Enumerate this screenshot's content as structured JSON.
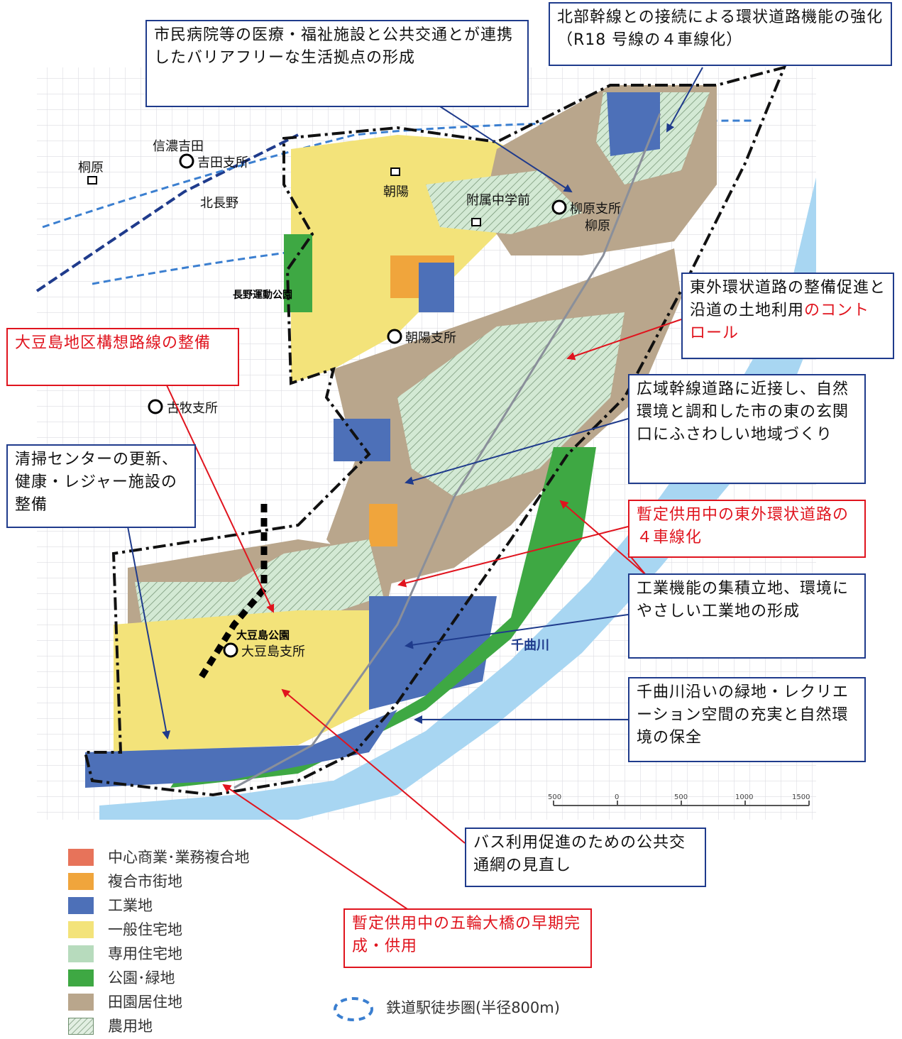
{
  "callouts": {
    "hospital": {
      "text": "市民病院等の医療・福祉施設と公共交通とが連携したバリアフリーな生活拠点の形成"
    },
    "north": {
      "text": "北部幹線との接続による環状道路機能の強化（R18 号線の４車線化）"
    },
    "east_ring": {
      "text1": "東外環状道路の整備促進と沿道の土地利用",
      "text2": "のコントロール"
    },
    "oomameshima": {
      "text": "大豆島地区構想路線の整備"
    },
    "wide": {
      "text": "広域幹線道路に近接し、自然環境と調和した市の東の玄関口にふさわしい地域づくり"
    },
    "cleaning": {
      "text": "清掃センターの更新、健康・レジャー施設の整備"
    },
    "temporary": {
      "text": "暫定供用中の東外環状道路の４車線化"
    },
    "industry": {
      "text": "工業機能の集積立地、環境にやさしい工業地の形成"
    },
    "chikuma_green": {
      "text": "千曲川沿いの緑地・レクリエーション空間の充実と自然環境の保全"
    },
    "bus": {
      "text": "バス利用促進のための公共交通網の見直し"
    },
    "gorin": {
      "text": "暫定供用中の五輪大橋の早期完成・供用"
    }
  },
  "places": {
    "shinano_yoshida": "信濃吉田",
    "yoshida_branch": "吉田支所",
    "kirihara": "桐原",
    "kita_nagano": "北長野",
    "asahi": "朝陽",
    "fuzoku": "附属中学前",
    "yanagihara_branch": "柳原支所",
    "yanagihara": "柳原",
    "park": "長野運動公園",
    "asahi_branch": "朝陽支所",
    "furumaki_branch": "古牧支所",
    "oomameshima_park": "大豆島公園",
    "oomameshima_branch": "大豆島支所",
    "chikuma": "千曲川"
  },
  "scale": {
    "t0": "500",
    "t1": "0",
    "t2": "500",
    "t3": "1000",
    "t4": "1500"
  },
  "legend": {
    "items": [
      {
        "label": "中心商業･業務複合地",
        "color": "#e7735a"
      },
      {
        "label": "複合市街地",
        "color": "#f0a53c"
      },
      {
        "label": "工業地",
        "color": "#4d70b8"
      },
      {
        "label": "一般住宅地",
        "color": "#f3e37a"
      },
      {
        "label": "専用住宅地",
        "color": "#b7dbbd"
      },
      {
        "label": "公園･緑地",
        "color": "#3ea843"
      },
      {
        "label": "田園居住地",
        "color": "#b9a68c"
      },
      {
        "label": "農用地",
        "color": "hatch"
      }
    ],
    "walk_label": "鉄道駅徒歩圏(半径800m)"
  },
  "colors": {
    "navy_line": "#1f3b8c",
    "red_line": "#e0141e",
    "river": "#9fd3f0",
    "street": "#d6d6dc"
  }
}
